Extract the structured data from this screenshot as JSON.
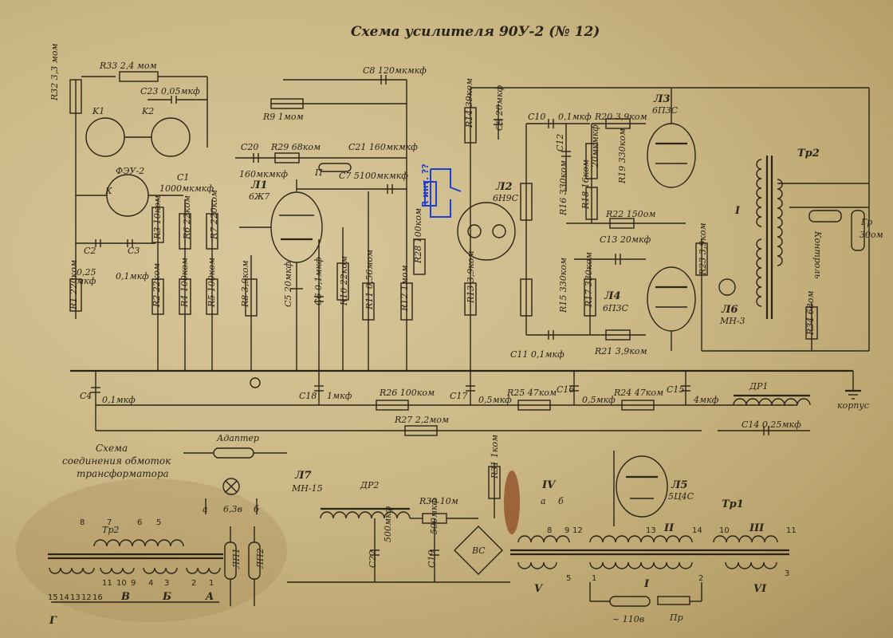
{
  "title": "Схема усилителя 90У-2 (№ 12)",
  "note_label": "R инт. ??",
  "inset_caption": [
    "Схема",
    "соединения обмоток",
    "трансформатора"
  ],
  "colors": {
    "paper": "#c9b88a",
    "ink": "#2b2418",
    "note": "#1f3fd0"
  },
  "labels": {
    "r32": "R32 3,3 мом",
    "r33": "R33 2,4 мом",
    "c23": "C23 0,05мкф",
    "c8": "C8 120мкмкф",
    "r9": "R9 1мом",
    "c20": "C20",
    "c20v": "160мкмкф",
    "r29": "R29 68ком",
    "c21": "C21 160мкмкф",
    "c7": "C7 5100мкмкф",
    "p": "П",
    "fey": "ФЭУ-2",
    "k1": "K1",
    "k2": "K2",
    "k": "К",
    "c1": "C1",
    "c1v": "1000мкмкф",
    "l1": "Л1",
    "l1t": "6Ж7",
    "c2": "C2",
    "c2v": "0,25",
    "c2u": "мкф",
    "c3": "C3",
    "c3v": "0,1мкф",
    "r1": "R1 220ком",
    "r3": "R3 10ком",
    "r2": "R2 22ком",
    "r6": "R6 22ком",
    "r4": "R4 100ком",
    "r7": "R7 220ком",
    "r5": "R5 100ком",
    "r8": "R8 3,9ком",
    "c5": "C5 20мкф",
    "c6": "C6 0,1мкф",
    "r10": "R10 22ком",
    "r11": "R11 0,56мом",
    "r12": "R12 1мом",
    "r28": "R28 100ком",
    "r14": "R14 39ком",
    "c9": "C9 20мкф",
    "l2": "Л2",
    "l2t": "6Н9С",
    "r13": "R13 3,9ком",
    "c10": "C10",
    "c10v": "0,1мкф",
    "c12": "C12",
    "c12v": "20мкмкф",
    "r16": "R16 330ком",
    "r18": "R18 16ком",
    "r19": "R19 330ком",
    "r20": "R20 3,9ком",
    "r22": "R22 150ом",
    "c13": "C13 20мкф",
    "r15": "R15 330ком",
    "r17": "R17 330ком",
    "c11": "C11 0,1мкф",
    "r21": "R21 3,9ком",
    "l3": "Л3",
    "l3t": "6П3С",
    "l4": "Л4",
    "l4t": "6П3С",
    "r23": "R23 3,9ком",
    "l6": "Л6",
    "l6t": "МН-3",
    "r34": "R34 68ом",
    "tr2": "Тр2",
    "gr": "Гр",
    "gr_v": "30ом",
    "control": "Контроль",
    "c4": "C4",
    "c4v": "0,1мкф",
    "c18": "C18",
    "c18v": "1мкф",
    "r26": "R26 100ком",
    "c17": "C17",
    "c17v": "0,5мкф",
    "r25": "R25 47ком",
    "c16": "C16",
    "c16v": "0,5мкф",
    "r24": "R24 47ком",
    "c15": "C15",
    "c15v": "4мкф",
    "dr1": "ДР1",
    "c14": "C14 0,25мкф",
    "korpus": "корпус",
    "r27": "R27 2,2мом",
    "adapter": "Адаптер",
    "l7": "Л7",
    "l7t": "МН-15",
    "lamp_v": "6,3в",
    "dr2": "ДР2",
    "r30": "R30 10м",
    "r31": "R31 1ком",
    "c22": "C22",
    "c22v": "500мкф",
    "c19": "C19",
    "c19v": "500мкф",
    "bc": "ВС",
    "lp1": "ЛП1",
    "lp2": "ЛП2",
    "l5": "Л5",
    "l5t": "5Ц4С",
    "tr1": "Тр1",
    "mains": "~ 110в",
    "pr": "Пр"
  },
  "windings": {
    "w1": "I",
    "w2": "II",
    "w3": "III",
    "w4": "IV",
    "w5": "V",
    "w6": "VI",
    "wa": "A",
    "wb": "Б",
    "wv": "В",
    "wg": "Г",
    "a": "а",
    "b": "б",
    "a2": "а",
    "b2": "б"
  },
  "pins": {
    "tr2_top": [
      "8",
      "7",
      "6",
      "5"
    ],
    "tr2_bot": [
      "15",
      "14",
      "13",
      "12",
      "16",
      "11",
      "10",
      "9",
      "4",
      "3",
      "2",
      "1"
    ],
    "tr1_top": [
      "8",
      "9",
      "12",
      "13",
      "14",
      "10",
      "11"
    ],
    "tr1_bot": [
      "1",
      "2",
      "5",
      "3"
    ],
    "tr2_main": [
      "10",
      "8",
      "7",
      "6",
      "5",
      "15",
      "14",
      "13",
      "12",
      "16",
      "3",
      "1"
    ]
  }
}
